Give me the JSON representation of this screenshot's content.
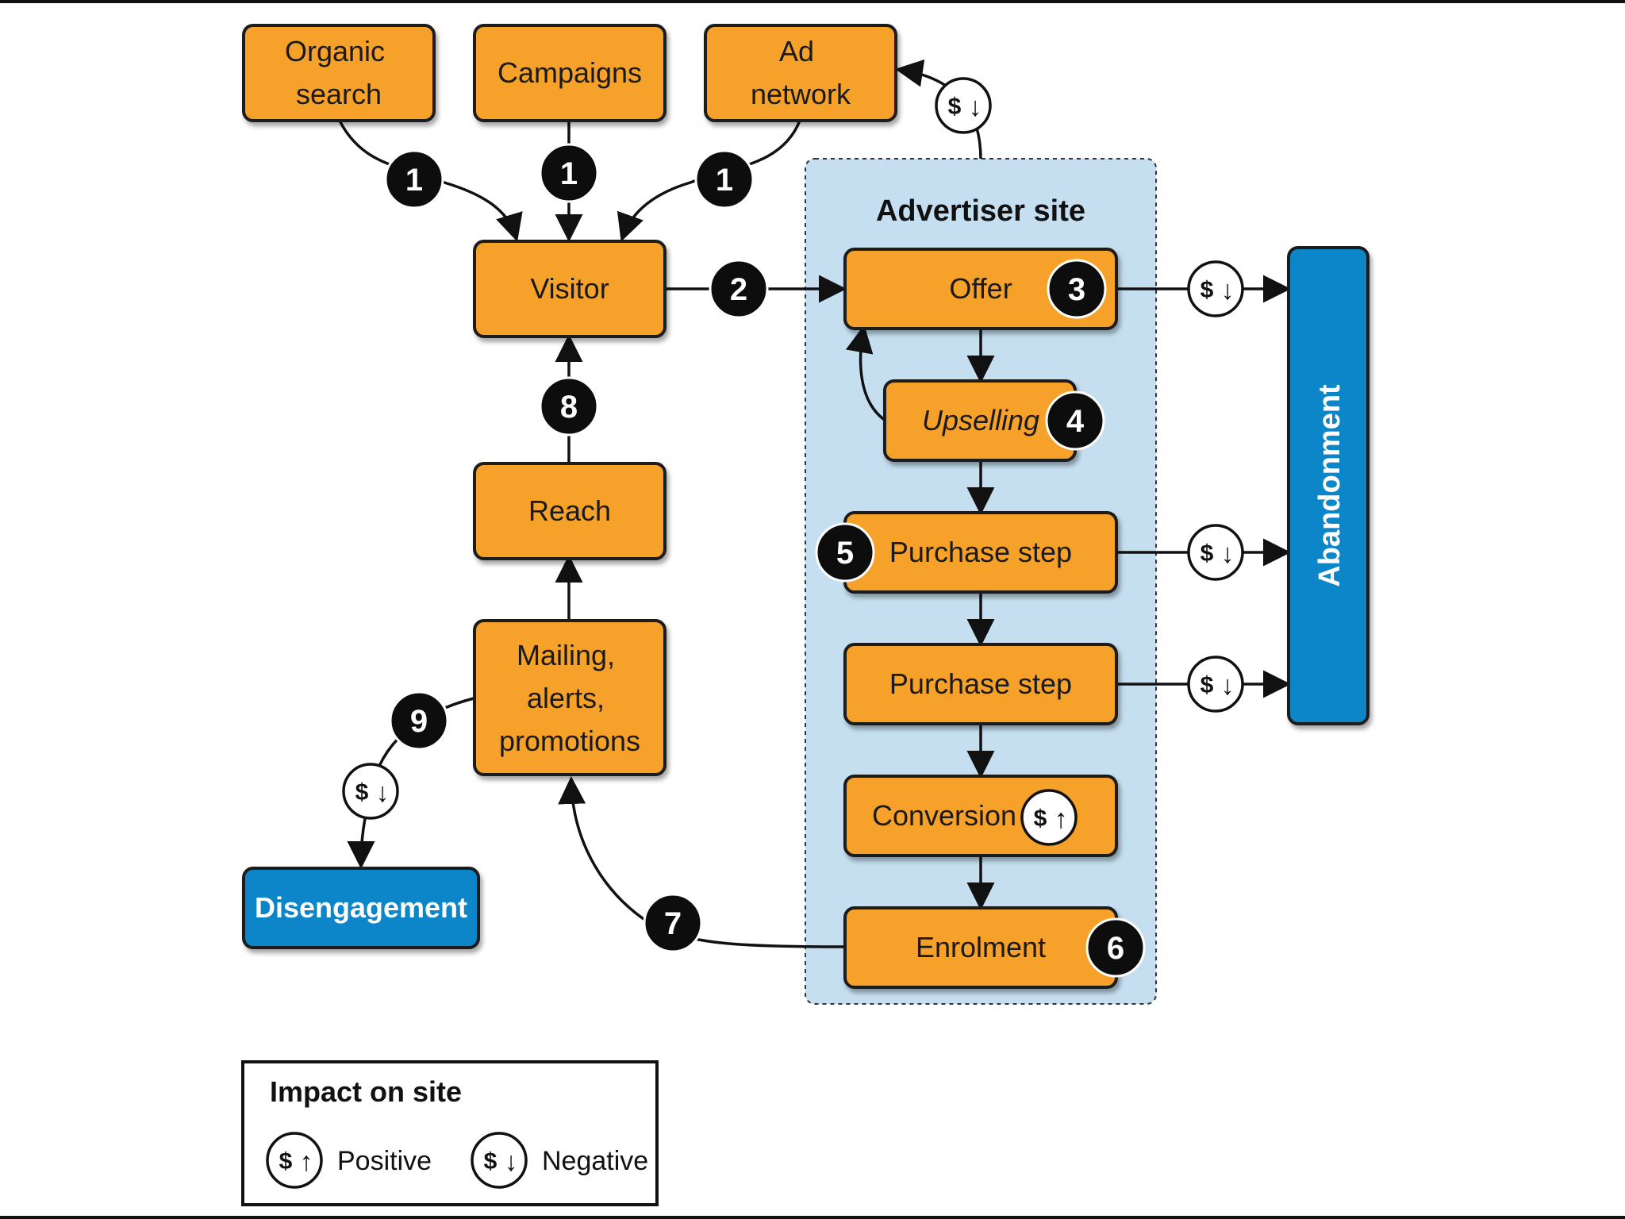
{
  "colors": {
    "node_fill": "#f6a12a",
    "node_stroke": "#1a1a1a",
    "terminal_fill": "#0a85c9",
    "advertiser_fill": "#c5dff0",
    "badge_fill": "#0d0d0d",
    "badge_text": "#ffffff"
  },
  "diagram": {
    "advertiser_site_label": "Advertiser site",
    "nodes": {
      "organic_search": [
        "Organic",
        "search"
      ],
      "campaigns": [
        "Campaigns"
      ],
      "ad_network": [
        "Ad",
        "network"
      ],
      "visitor": [
        "Visitor"
      ],
      "reach": [
        "Reach"
      ],
      "mailing": [
        "Mailing,",
        "alerts,",
        "promotions"
      ],
      "offer": [
        "Offer"
      ],
      "upselling": [
        "Upselling"
      ],
      "purchase_step_1": [
        "Purchase step"
      ],
      "purchase_step_2": [
        "Purchase step"
      ],
      "conversion": [
        "Conversion"
      ],
      "enrolment": [
        "Enrolment"
      ],
      "abandonment": [
        "Abandonment"
      ],
      "disengagement": [
        "Disengagement"
      ]
    },
    "badges": {
      "organic": "1",
      "campaigns": "1",
      "adnetwork": "1",
      "visitor_to_offer": "2",
      "offer": "3",
      "upselling": "4",
      "purchase": "5",
      "enrolment": "6",
      "enrolment_to_mailing": "7",
      "reach_to_visitor": "8",
      "mailing_to_disengagement": "9"
    },
    "impact_icon": {
      "symbol": "$",
      "positive_arrow": "↑",
      "negative_arrow": "↓"
    }
  },
  "legend": {
    "title": "Impact on site",
    "positive": "Positive",
    "negative": "Negative"
  }
}
